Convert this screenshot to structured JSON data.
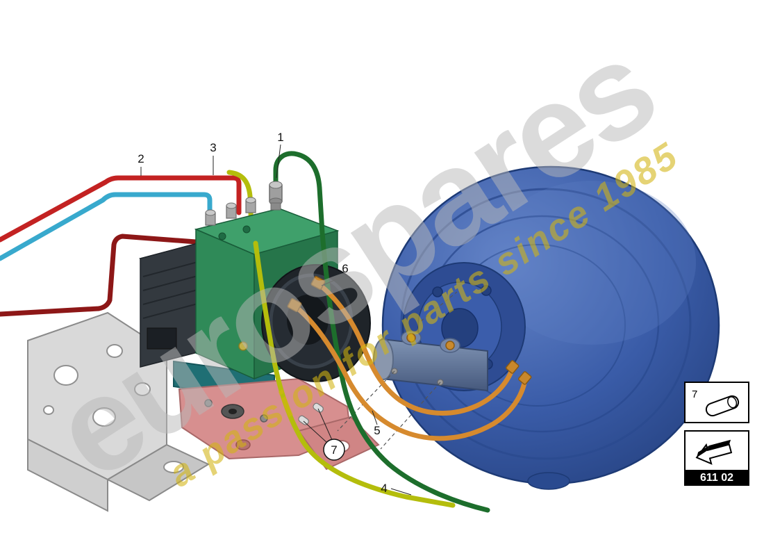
{
  "watermark": {
    "brand": "eurospares",
    "tagline": "a passion for parts since 1985"
  },
  "callouts": {
    "c1": {
      "label": "1"
    },
    "c2": {
      "label": "2"
    },
    "c3": {
      "label": "3"
    },
    "c4": {
      "label": "4"
    },
    "c5": {
      "label": "5"
    },
    "c6": {
      "label": "6"
    },
    "c7": {
      "label": "7"
    }
  },
  "legend": {
    "item7": {
      "label": "7",
      "icon": "sleeve-cylinder-icon"
    },
    "nav": {
      "part_code": "611 02",
      "icon": "direction-arrow-icon"
    }
  },
  "colors": {
    "pipe_red": "#c32222",
    "pipe_cyan": "#38a9cd",
    "pipe_dark_red": "#8d1717",
    "pipe_yellow_green": "#b4bd0c",
    "pipe_dark_green": "#1d6e2c",
    "pipe_orange": "#d68a2e",
    "servo_blue": "#3a5ca8",
    "abs_green": "#2f8a58",
    "bracket_gray": "#d9d9d9",
    "plate_pink": "#d78f8f",
    "watermark_gray": "#dcdcdc",
    "watermark_yellow": "#d3b512"
  }
}
